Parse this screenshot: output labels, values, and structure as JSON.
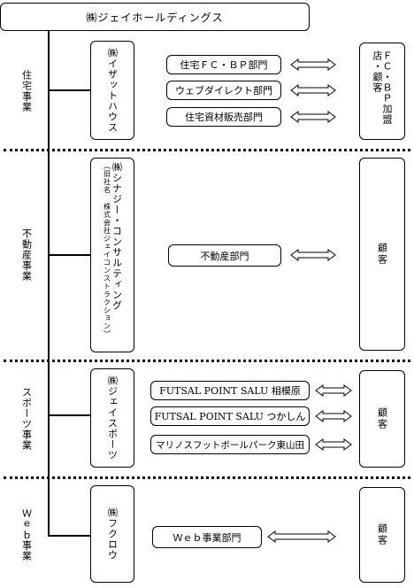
{
  "header": {
    "title": "㈱ジェイホールディングス"
  },
  "segments": [
    {
      "name": "住宅事業",
      "company": {
        "name": "㈱イザットハウス"
      },
      "departments": [
        "住宅ＦＣ・ＢＰ部門",
        "ウェブダイレクト部門",
        "住宅資材販売部門"
      ],
      "customer": "ＦＣ・ＢＰ加盟店・顧客"
    },
    {
      "name": "不動産事業",
      "company": {
        "name": "㈱シナジー・コンサルティング",
        "note": "（旧社名 株式会社ジェイコンストラクション）"
      },
      "departments": [
        "不動産部門"
      ],
      "customer": "顧客"
    },
    {
      "name": "スポーツ事業",
      "company": {
        "name": "㈱ジェイスポーツ"
      },
      "departments": [
        "FUTSAL POINT SALU 相模原",
        "FUTSAL POINT SALU つかしん",
        "マリノスフットボールパーク東山田"
      ],
      "customer": "顧客"
    },
    {
      "name": "Ｗｅｂ事業",
      "company": {
        "name": "㈱フクロウ"
      },
      "departments": [
        "Ｗｅｂ事業部門"
      ],
      "customer": "顧客"
    }
  ]
}
